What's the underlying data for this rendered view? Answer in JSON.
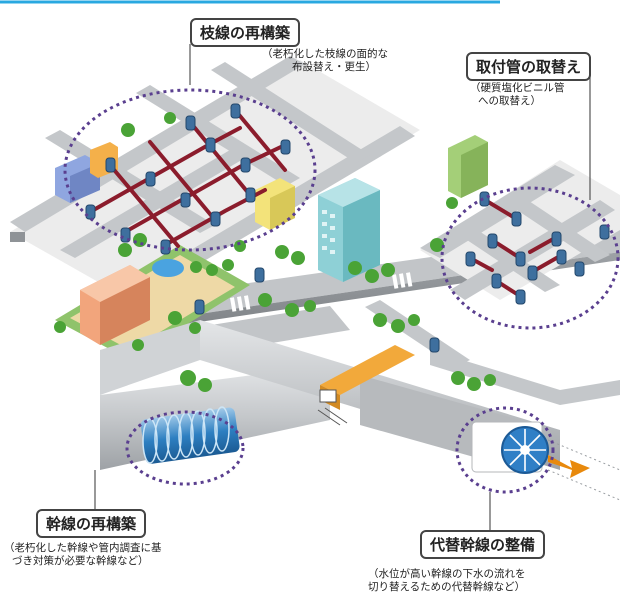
{
  "callouts": {
    "branch_rebuild": {
      "title": "枝線の再構築",
      "note_line1": "（老朽化した枝線の面的な",
      "note_line2": "布設替え・更生）"
    },
    "service_pipe": {
      "title": "取付管の取替え",
      "note_line1": "（硬質塩化ビニル管",
      "note_line2": "への取替え）"
    },
    "trunk_rebuild": {
      "title": "幹線の再構築",
      "note_line1": "（老朽化した幹線や管内調査に基",
      "note_line2": "づき対策が必要な幹線など）"
    },
    "alt_trunk": {
      "title": "代替幹線の整備",
      "note_line1": "（水位が高い幹線の下水の流れを",
      "note_line2": "切り替えるための代替幹線など）"
    }
  },
  "colors": {
    "accent_line": "#29a8e0",
    "road": "#b9bcbf",
    "road_top": "#d7d9db",
    "sewer_pipe_old": "#8b1c2c",
    "highlight_circle": "#5a3f8f",
    "tunnel": "#c9cccf",
    "shield_machine": "#2f7fc6",
    "arrow": "#e8890c"
  }
}
